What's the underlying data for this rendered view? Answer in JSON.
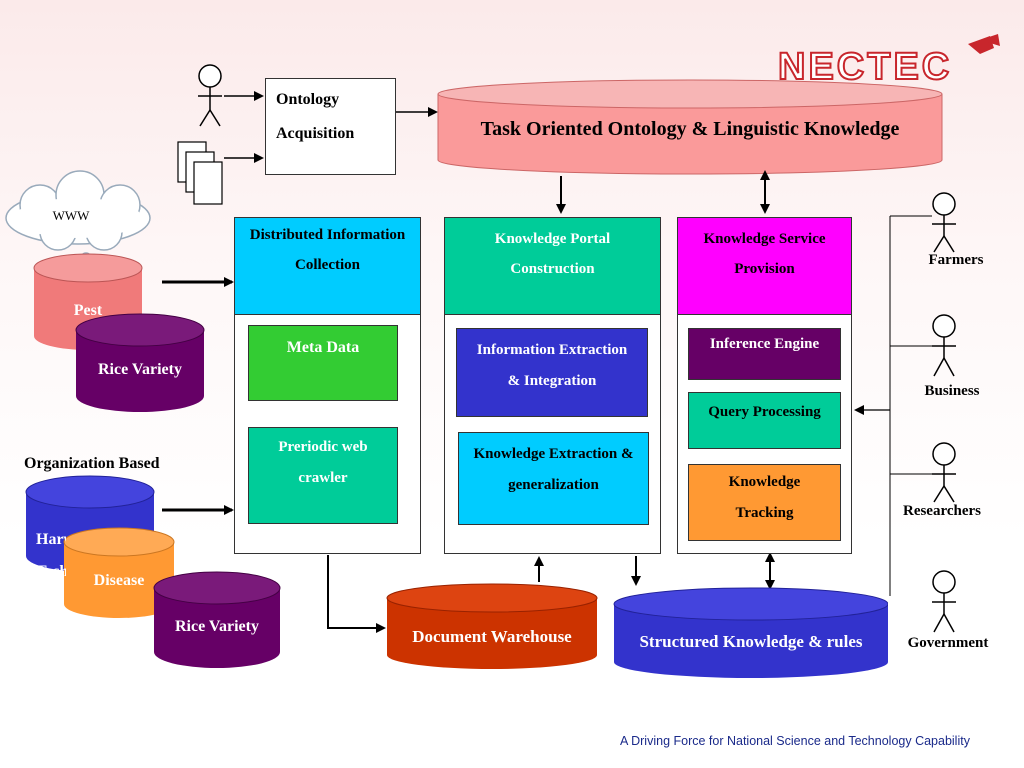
{
  "brand": {
    "logo_text": "NECTEC",
    "tagline": "A Driving Force for National Science and Technology Capability",
    "logo_color": "#c8262c"
  },
  "ontology_acquisition": {
    "line1": "Ontology",
    "line2": "Acquisition"
  },
  "task_ontology": {
    "label": "Task Oriented Ontology  & Linguistic Knowledge",
    "color": "#fa9a9a"
  },
  "www_cloud": {
    "label": "WWW"
  },
  "sources": {
    "pest": "Pest",
    "rice_variety_top": "Rice Variety",
    "organization_based": "Organization Based",
    "harvest_tech": "Harvest Technology",
    "disease": "Disease",
    "rice_variety_bottom": "Rice Variety"
  },
  "columns": {
    "distributed": {
      "header_line1": "Distributed Information",
      "header_line2": "Collection",
      "header_color": "#00ccff",
      "items": [
        {
          "line1": "Meta Data",
          "line2": "",
          "color": "#33cc33"
        },
        {
          "line1": "Preriodic web",
          "line2": "crawler",
          "color": "#00cc99"
        }
      ]
    },
    "portal": {
      "header_line1": "Knowledge Portal",
      "header_line2": "Construction",
      "header_color": "#00cc99",
      "items": [
        {
          "line1": "Information Extraction",
          "line2": "& Integration",
          "color": "#3333cc"
        },
        {
          "line1": "Knowledge Extraction &",
          "line2": "generalization",
          "color": "#00ccff"
        }
      ]
    },
    "service": {
      "header_line1": "Knowledge Service",
      "header_line2": "Provision",
      "header_color": "#ff00ff",
      "items": [
        {
          "line1": "Inference Engine",
          "line2": "",
          "color": "#660066"
        },
        {
          "line1": "Query Processing",
          "line2": "",
          "color": "#00cc99"
        },
        {
          "line1": "Knowledge",
          "line2": "Tracking",
          "color": "#ff9933"
        }
      ]
    }
  },
  "stores": {
    "document_warehouse": {
      "label": "Document Warehouse",
      "color": "#cc3300"
    },
    "structured_knowledge": {
      "label": "Structured Knowledge & rules",
      "color": "#3333cc"
    }
  },
  "users": [
    "Farmers",
    "Business",
    "Researchers",
    "Government"
  ]
}
